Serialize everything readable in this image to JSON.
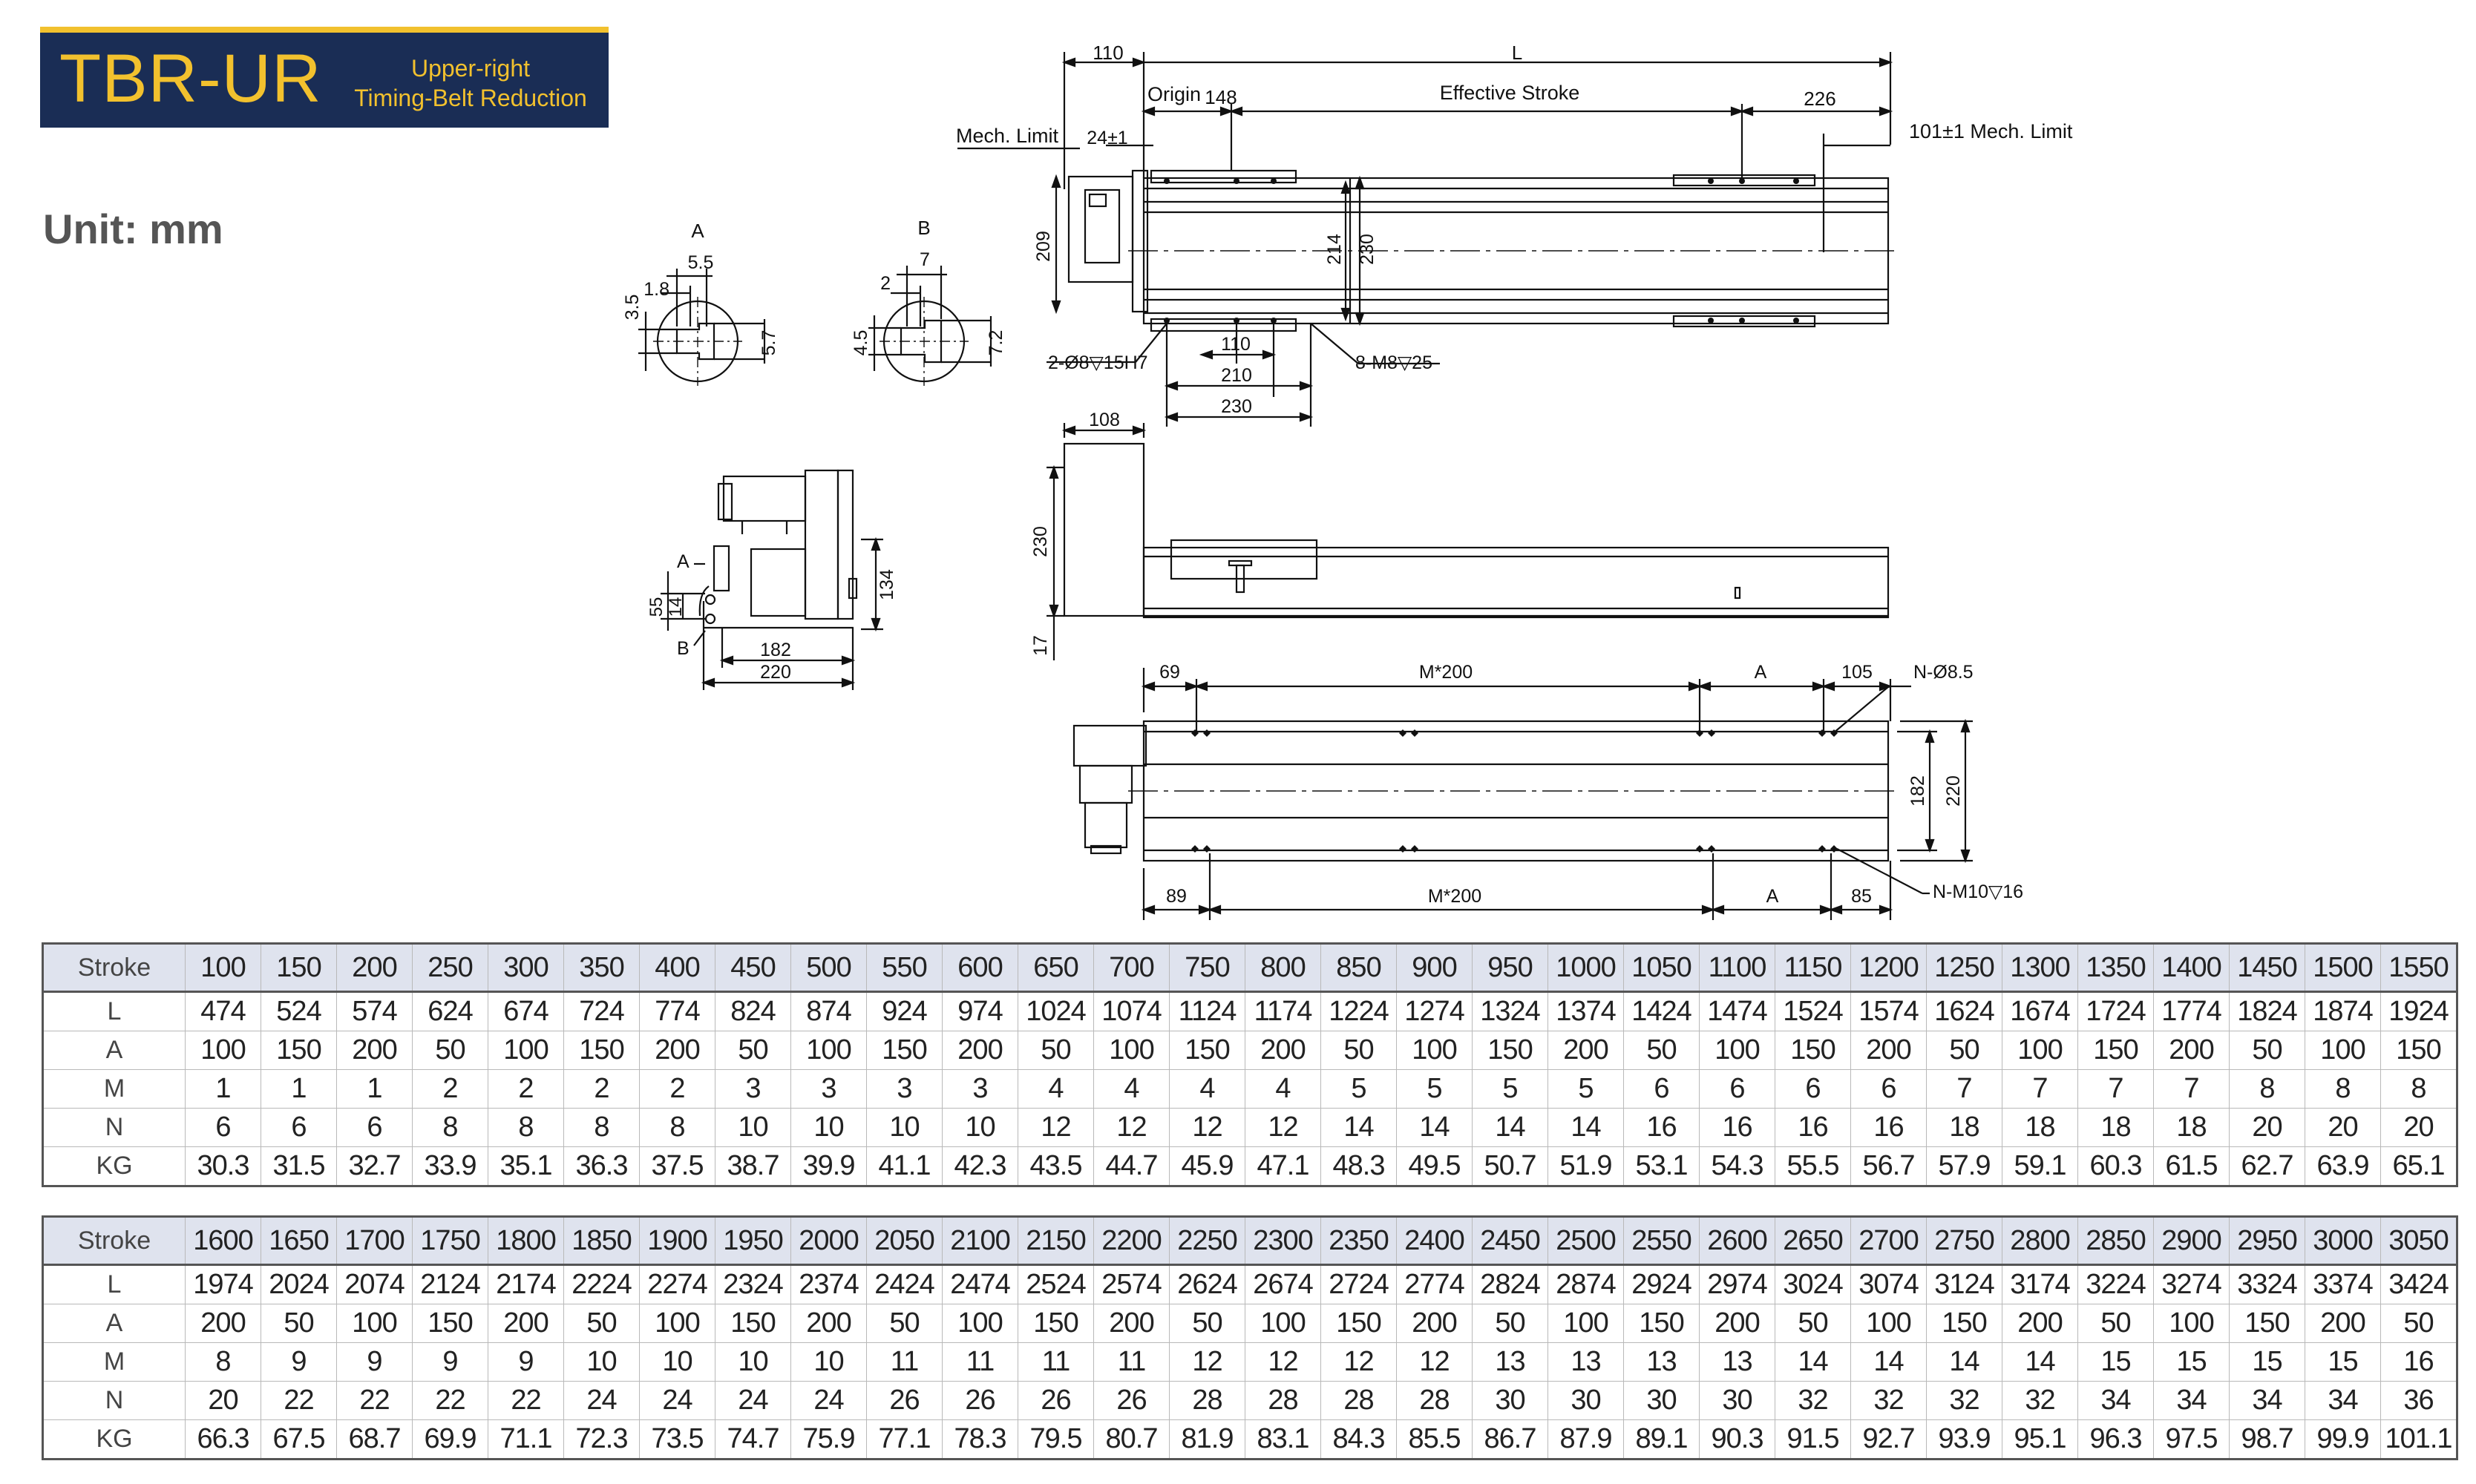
{
  "header": {
    "model": "TBR-UR",
    "subtitle_line1": "Upper-right",
    "subtitle_line2": "Timing-Belt Reduction"
  },
  "unit_label": "Unit: mm",
  "drawing_labels": {
    "top_view": {
      "dim_110": "110",
      "dim_L": "L",
      "origin": "Origin",
      "dim_148": "148",
      "effective_stroke": "Effective Stroke",
      "dim_226": "226",
      "mech_limit_left": "Mech. Limit",
      "dim_24": "24±1",
      "mech_limit_right": "101±1 Mech. Limit",
      "dim_209": "209",
      "dim_214": "214",
      "dim_230v": "230",
      "hole_pin": "2-Ø8▽15H7",
      "dim_110b": "110",
      "dim_210": "210",
      "dim_230h": "230",
      "hole_screw": "8-M8▽25"
    },
    "detail_a": {
      "title": "A",
      "dim_5_5": "5.5",
      "dim_1_8": "1.8",
      "dim_3_5": "3.5",
      "dim_5_7": "5.7"
    },
    "detail_b": {
      "title": "B",
      "dim_7": "7",
      "dim_2": "2",
      "dim_4_5": "4.5",
      "dim_7_2": "7.2"
    },
    "end_view": {
      "label_a": "A",
      "label_b": "B",
      "dim_55": "55",
      "dim_14": "14",
      "dim_134": "134",
      "dim_182": "182",
      "dim_220": "220"
    },
    "side_view": {
      "dim_108": "108",
      "dim_230": "230",
      "dim_17": "17"
    },
    "bottom_view": {
      "dim_69": "69",
      "dim_m200_top": "M*200",
      "dim_a_top": "A",
      "dim_105": "105",
      "hole_top": "N-Ø8.5",
      "dim_182": "182",
      "dim_220": "220",
      "dim_89": "89",
      "dim_m200_bottom": "M*200",
      "dim_a_bottom": "A",
      "dim_85": "85",
      "hole_bottom": "N-M10▽16"
    }
  },
  "tables": [
    {
      "row_labels": [
        "Stroke",
        "L",
        "A",
        "M",
        "N",
        "KG"
      ],
      "columns": [
        [
          "100",
          "474",
          "100",
          "1",
          "6",
          "30.3"
        ],
        [
          "150",
          "524",
          "150",
          "1",
          "6",
          "31.5"
        ],
        [
          "200",
          "574",
          "200",
          "1",
          "6",
          "32.7"
        ],
        [
          "250",
          "624",
          "50",
          "2",
          "8",
          "33.9"
        ],
        [
          "300",
          "674",
          "100",
          "2",
          "8",
          "35.1"
        ],
        [
          "350",
          "724",
          "150",
          "2",
          "8",
          "36.3"
        ],
        [
          "400",
          "774",
          "200",
          "2",
          "8",
          "37.5"
        ],
        [
          "450",
          "824",
          "50",
          "3",
          "10",
          "38.7"
        ],
        [
          "500",
          "874",
          "100",
          "3",
          "10",
          "39.9"
        ],
        [
          "550",
          "924",
          "150",
          "3",
          "10",
          "41.1"
        ],
        [
          "600",
          "974",
          "200",
          "3",
          "10",
          "42.3"
        ],
        [
          "650",
          "1024",
          "50",
          "4",
          "12",
          "43.5"
        ],
        [
          "700",
          "1074",
          "100",
          "4",
          "12",
          "44.7"
        ],
        [
          "750",
          "1124",
          "150",
          "4",
          "12",
          "45.9"
        ],
        [
          "800",
          "1174",
          "200",
          "4",
          "12",
          "47.1"
        ],
        [
          "850",
          "1224",
          "50",
          "5",
          "14",
          "48.3"
        ],
        [
          "900",
          "1274",
          "100",
          "5",
          "14",
          "49.5"
        ],
        [
          "950",
          "1324",
          "150",
          "5",
          "14",
          "50.7"
        ],
        [
          "1000",
          "1374",
          "200",
          "5",
          "14",
          "51.9"
        ],
        [
          "1050",
          "1424",
          "50",
          "6",
          "16",
          "53.1"
        ],
        [
          "1100",
          "1474",
          "100",
          "6",
          "16",
          "54.3"
        ],
        [
          "1150",
          "1524",
          "150",
          "6",
          "16",
          "55.5"
        ],
        [
          "1200",
          "1574",
          "200",
          "6",
          "16",
          "56.7"
        ],
        [
          "1250",
          "1624",
          "50",
          "7",
          "18",
          "57.9"
        ],
        [
          "1300",
          "1674",
          "100",
          "7",
          "18",
          "59.1"
        ],
        [
          "1350",
          "1724",
          "150",
          "7",
          "18",
          "60.3"
        ],
        [
          "1400",
          "1774",
          "200",
          "7",
          "18",
          "61.5"
        ],
        [
          "1450",
          "1824",
          "50",
          "8",
          "20",
          "62.7"
        ],
        [
          "1500",
          "1874",
          "100",
          "8",
          "20",
          "63.9"
        ],
        [
          "1550",
          "1924",
          "150",
          "8",
          "20",
          "65.1"
        ]
      ]
    },
    {
      "row_labels": [
        "Stroke",
        "L",
        "A",
        "M",
        "N",
        "KG"
      ],
      "columns": [
        [
          "1600",
          "1974",
          "200",
          "8",
          "20",
          "66.3"
        ],
        [
          "1650",
          "2024",
          "50",
          "9",
          "22",
          "67.5"
        ],
        [
          "1700",
          "2074",
          "100",
          "9",
          "22",
          "68.7"
        ],
        [
          "1750",
          "2124",
          "150",
          "9",
          "22",
          "69.9"
        ],
        [
          "1800",
          "2174",
          "200",
          "9",
          "22",
          "71.1"
        ],
        [
          "1850",
          "2224",
          "50",
          "10",
          "24",
          "72.3"
        ],
        [
          "1900",
          "2274",
          "100",
          "10",
          "24",
          "73.5"
        ],
        [
          "1950",
          "2324",
          "150",
          "10",
          "24",
          "74.7"
        ],
        [
          "2000",
          "2374",
          "200",
          "10",
          "24",
          "75.9"
        ],
        [
          "2050",
          "2424",
          "50",
          "11",
          "26",
          "77.1"
        ],
        [
          "2100",
          "2474",
          "100",
          "11",
          "26",
          "78.3"
        ],
        [
          "2150",
          "2524",
          "150",
          "11",
          "26",
          "79.5"
        ],
        [
          "2200",
          "2574",
          "200",
          "11",
          "26",
          "80.7"
        ],
        [
          "2250",
          "2624",
          "50",
          "12",
          "28",
          "81.9"
        ],
        [
          "2300",
          "2674",
          "100",
          "12",
          "28",
          "83.1"
        ],
        [
          "2350",
          "2724",
          "150",
          "12",
          "28",
          "84.3"
        ],
        [
          "2400",
          "2774",
          "200",
          "12",
          "28",
          "85.5"
        ],
        [
          "2450",
          "2824",
          "50",
          "13",
          "30",
          "86.7"
        ],
        [
          "2500",
          "2874",
          "100",
          "13",
          "30",
          "87.9"
        ],
        [
          "2550",
          "2924",
          "150",
          "13",
          "30",
          "89.1"
        ],
        [
          "2600",
          "2974",
          "200",
          "13",
          "30",
          "90.3"
        ],
        [
          "2650",
          "3024",
          "50",
          "14",
          "32",
          "91.5"
        ],
        [
          "2700",
          "3074",
          "100",
          "14",
          "32",
          "92.7"
        ],
        [
          "2750",
          "3124",
          "150",
          "14",
          "32",
          "93.9"
        ],
        [
          "2800",
          "3174",
          "200",
          "14",
          "32",
          "95.1"
        ],
        [
          "2850",
          "3224",
          "50",
          "15",
          "34",
          "96.3"
        ],
        [
          "2900",
          "3274",
          "100",
          "15",
          "34",
          "97.5"
        ],
        [
          "2950",
          "3324",
          "150",
          "15",
          "34",
          "98.7"
        ],
        [
          "3000",
          "3374",
          "200",
          "15",
          "34",
          "99.9"
        ],
        [
          "3050",
          "3424",
          "50",
          "16",
          "36",
          "101.1"
        ]
      ]
    }
  ]
}
